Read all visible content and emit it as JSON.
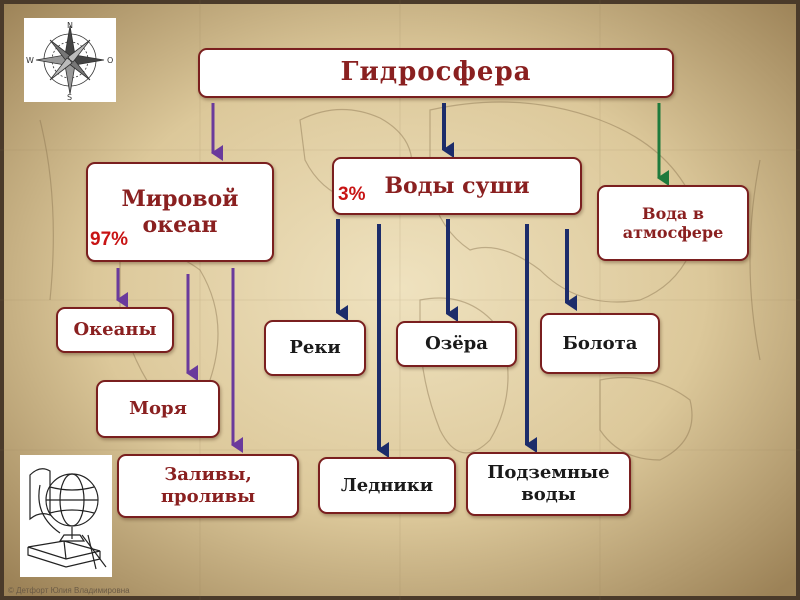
{
  "title": "Гидросфера",
  "nodes": {
    "world_ocean": "Мировой океан",
    "land_waters": "Воды суши",
    "atmosphere_water": "Вода в атмосфере",
    "oceans": "Океаны",
    "seas": "Моря",
    "bays": "Заливы, проливы",
    "rivers": "Реки",
    "lakes": "Озёра",
    "swamps": "Болота",
    "glaciers": "Ледники",
    "groundwater": "Подземные воды"
  },
  "percent_ocean": "97%",
  "percent_land": "3%",
  "compass_letters": {
    "n": "N",
    "s": "S",
    "w": "W",
    "e": "O"
  },
  "credit": "© Детфорт Юлия Владимировна",
  "colors": {
    "box_border": "#7a1f1f",
    "box_text": "#8a2020",
    "percent": "#c81414",
    "arrow_navy": "#1c2c6a",
    "arrow_purple": "#6a3a9c",
    "arrow_green": "#1e7a3c"
  },
  "icons": [
    "compass-rose-icon",
    "globe-books-icon"
  ]
}
